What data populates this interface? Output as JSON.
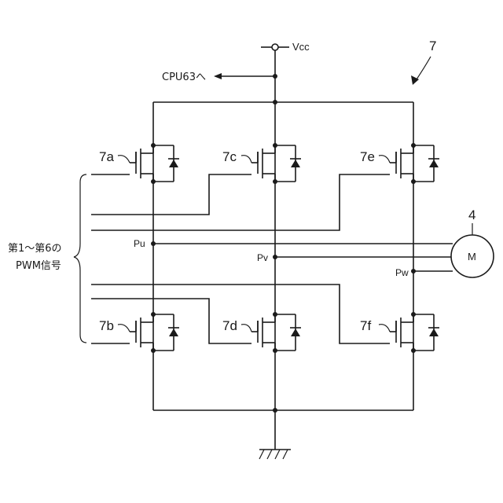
{
  "supply_label": "Vcc",
  "cpu_label": "CPU63へ",
  "figure_ref": "7",
  "motor_ref": "4",
  "motor_label": "M",
  "node_labels": {
    "pu": "Pu",
    "pv": "Pv",
    "pw": "Pw"
  },
  "pwm_label_line1": "第1～第6の",
  "pwm_label_line2": "PWM信号",
  "switches": {
    "a": "7a",
    "b": "7b",
    "c": "7c",
    "d": "7d",
    "e": "7e",
    "f": "7f"
  }
}
